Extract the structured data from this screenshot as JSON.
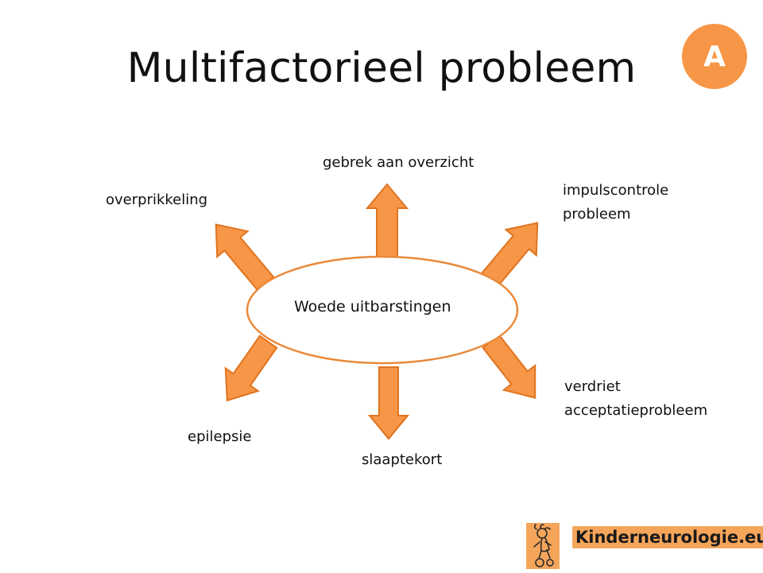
{
  "slide": {
    "title": "Multifactorieel probleem",
    "badge": "A"
  },
  "diagram": {
    "center": "Woede uitbarstingen",
    "factors": {
      "top": "gebrek aan overzicht",
      "top_left": "overprikkeling",
      "top_right_line1": "impulscontrole",
      "top_right_line2": "probleem",
      "bottom_right_line1": "verdriet",
      "bottom_right_line2": "acceptatieprobleem",
      "bottom_left": "epilepsie",
      "bottom": "slaaptekort"
    }
  },
  "logo": {
    "text": "Kinderneurologie.eu"
  },
  "colors": {
    "arrow_fill": "#f79646",
    "arrow_stroke": "#e0741f",
    "badge": "#f79646",
    "logo_bg": "#f5a55a"
  }
}
